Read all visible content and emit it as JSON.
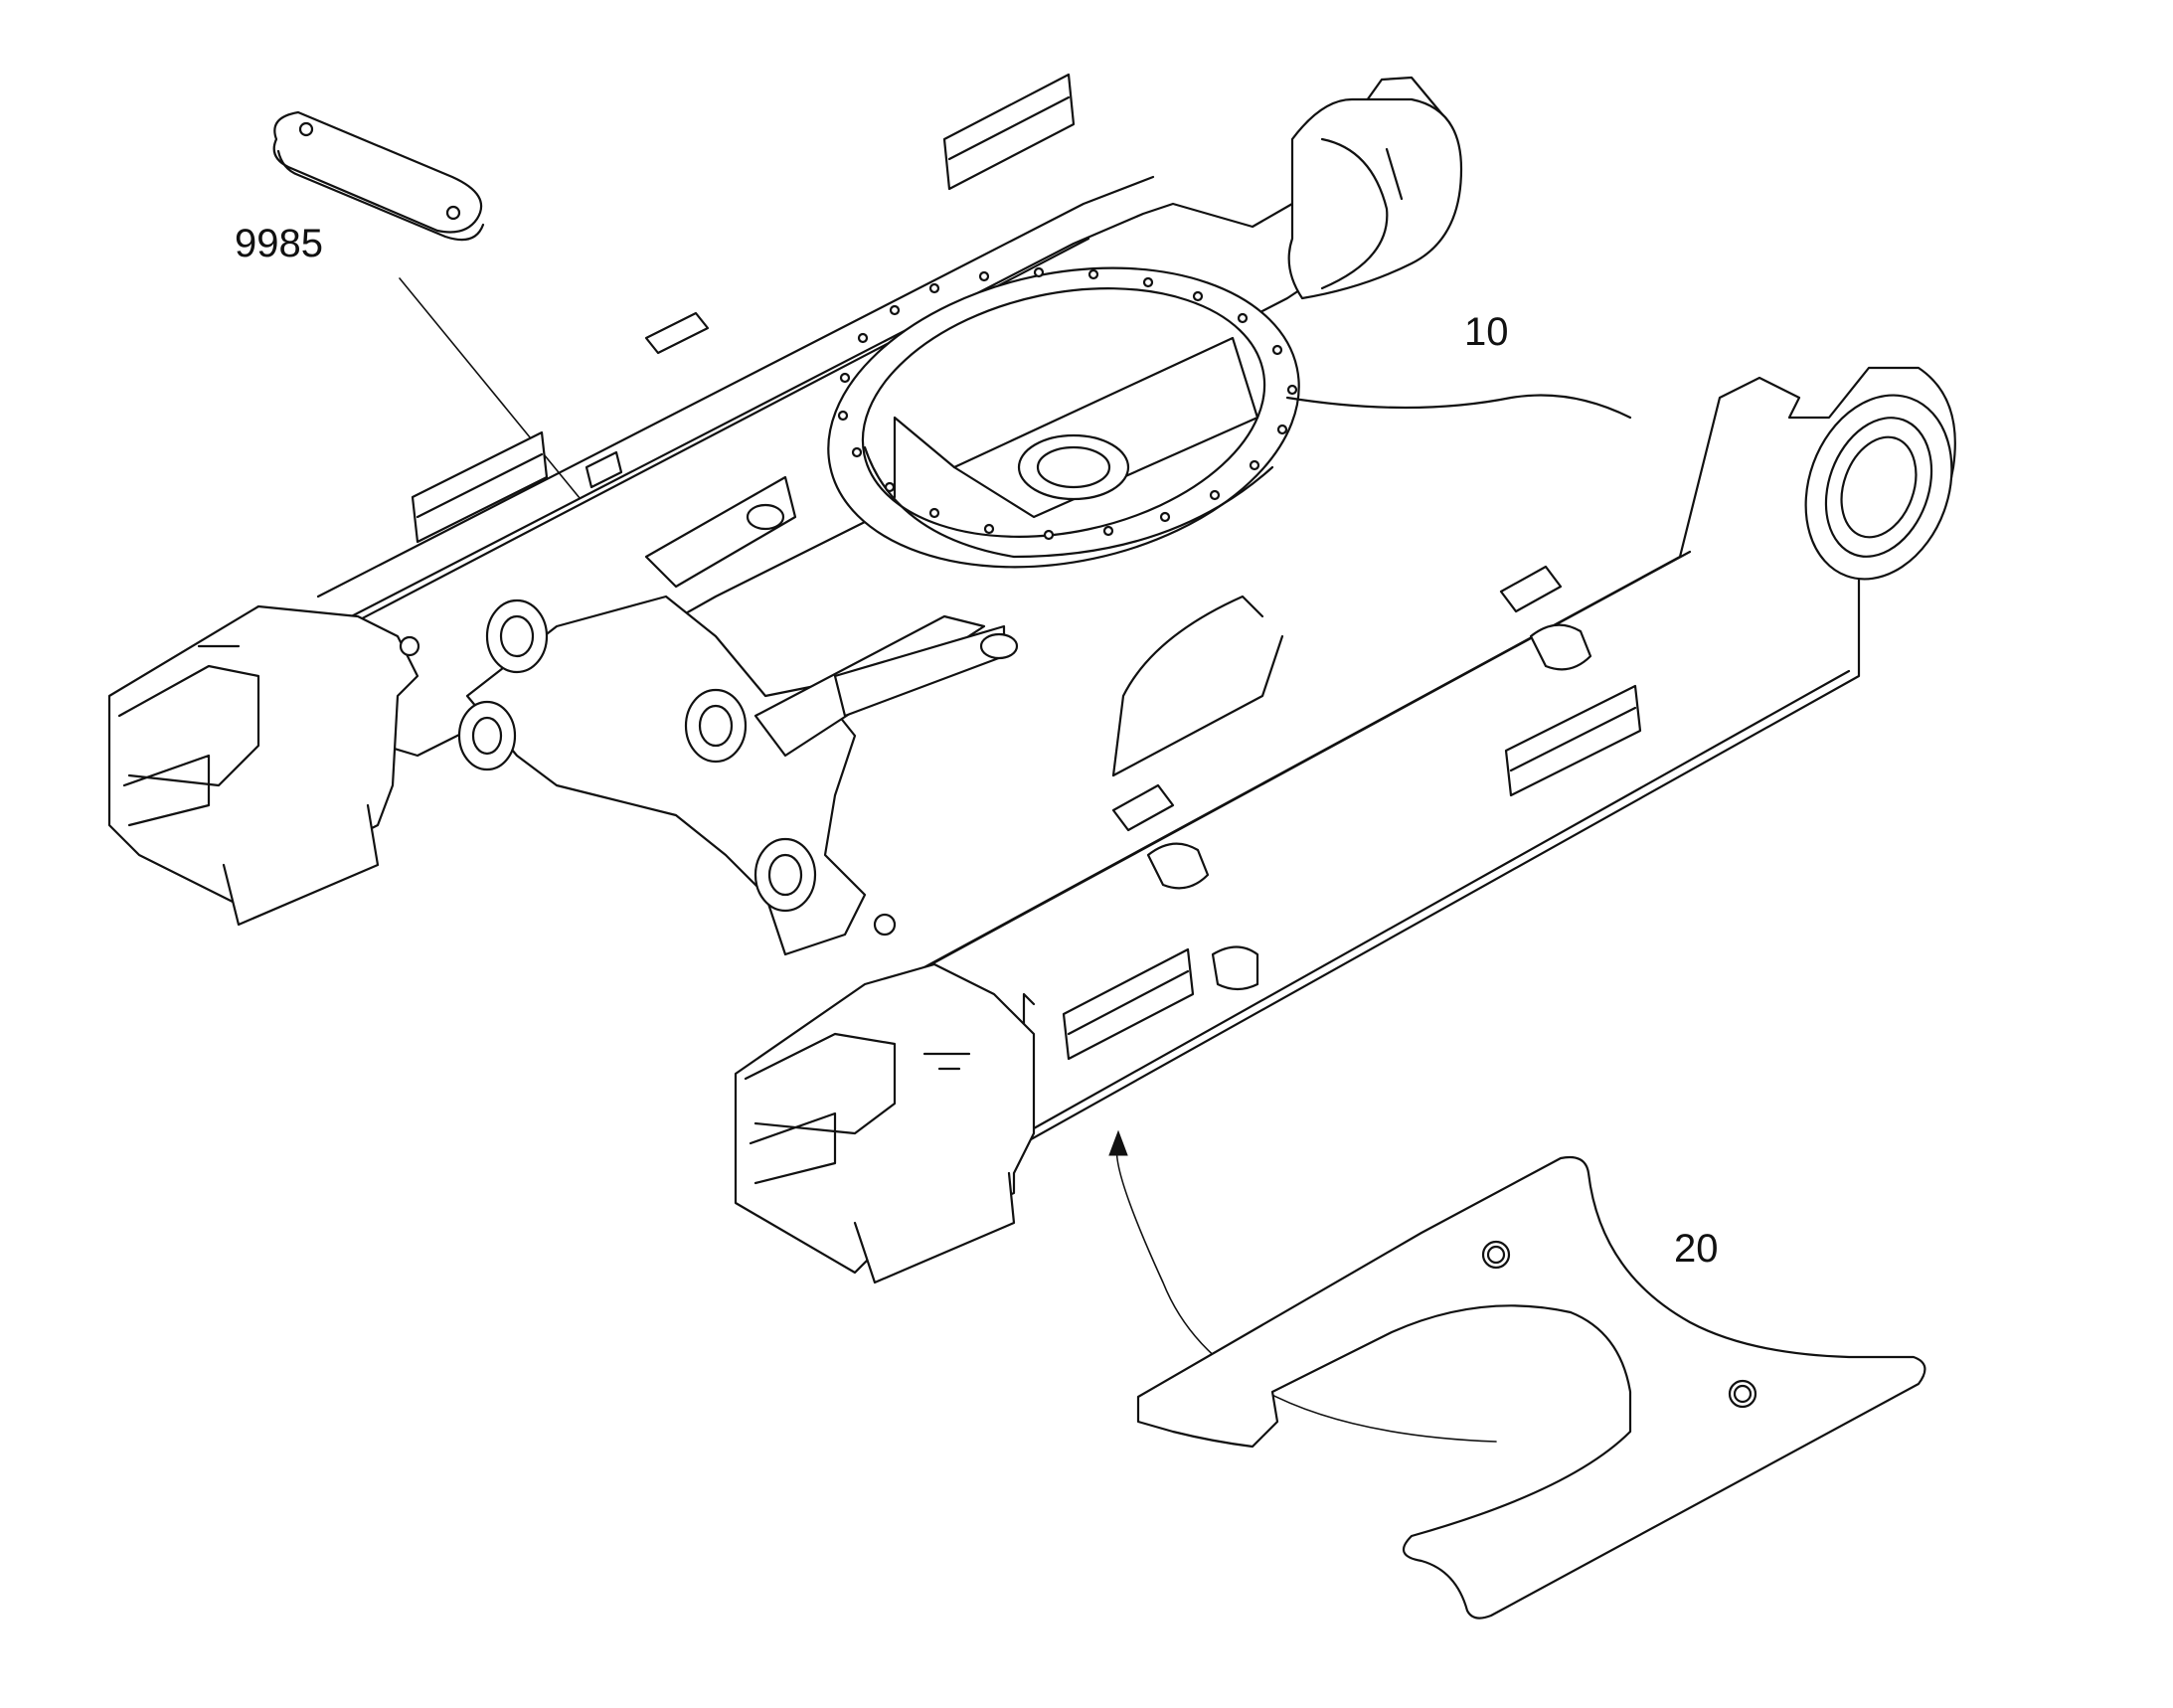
{
  "callouts": {
    "cover_plate": "9985",
    "undercarriage_frame": "10",
    "shim_plate": "20"
  },
  "colors": {
    "line": "#111111",
    "background": "#ffffff"
  }
}
